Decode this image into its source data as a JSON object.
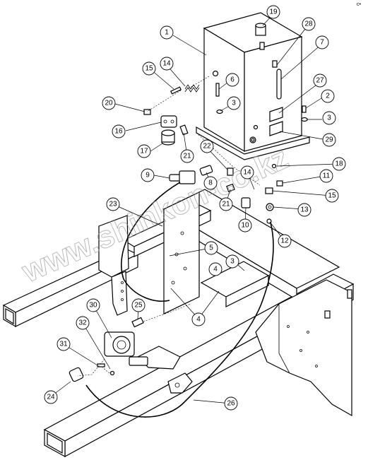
{
  "watermark": "www.shinkon-co.kz",
  "corner_mark": "c•",
  "callouts": [
    {
      "id": "c1",
      "label": "1"
    },
    {
      "id": "c2",
      "label": "2"
    },
    {
      "id": "c3a",
      "label": "3"
    },
    {
      "id": "c3b",
      "label": "3"
    },
    {
      "id": "c3c",
      "label": "3"
    },
    {
      "id": "c4a",
      "label": "4"
    },
    {
      "id": "c4b",
      "label": "4"
    },
    {
      "id": "c5",
      "label": "5"
    },
    {
      "id": "c6",
      "label": "6"
    },
    {
      "id": "c7",
      "label": "7"
    },
    {
      "id": "c8",
      "label": "8"
    },
    {
      "id": "c9",
      "label": "9"
    },
    {
      "id": "c10",
      "label": "10"
    },
    {
      "id": "c11",
      "label": "11"
    },
    {
      "id": "c12",
      "label": "12"
    },
    {
      "id": "c13",
      "label": "13"
    },
    {
      "id": "c14a",
      "label": "14"
    },
    {
      "id": "c14b",
      "label": "14"
    },
    {
      "id": "c15a",
      "label": "15"
    },
    {
      "id": "c15b",
      "label": "15"
    },
    {
      "id": "c16",
      "label": "16"
    },
    {
      "id": "c17",
      "label": "17"
    },
    {
      "id": "c18",
      "label": "18"
    },
    {
      "id": "c19",
      "label": "19"
    },
    {
      "id": "c20",
      "label": "20"
    },
    {
      "id": "c21a",
      "label": "21"
    },
    {
      "id": "c21b",
      "label": "21"
    },
    {
      "id": "c22",
      "label": "22"
    },
    {
      "id": "c23",
      "label": "23"
    },
    {
      "id": "c24",
      "label": "24"
    },
    {
      "id": "c25",
      "label": "25"
    },
    {
      "id": "c26",
      "label": "26"
    },
    {
      "id": "c27",
      "label": "27"
    },
    {
      "id": "c28",
      "label": "28"
    },
    {
      "id": "c29",
      "label": "29"
    },
    {
      "id": "c30",
      "label": "30"
    },
    {
      "id": "c31",
      "label": "31"
    },
    {
      "id": "c32",
      "label": "32"
    }
  ]
}
